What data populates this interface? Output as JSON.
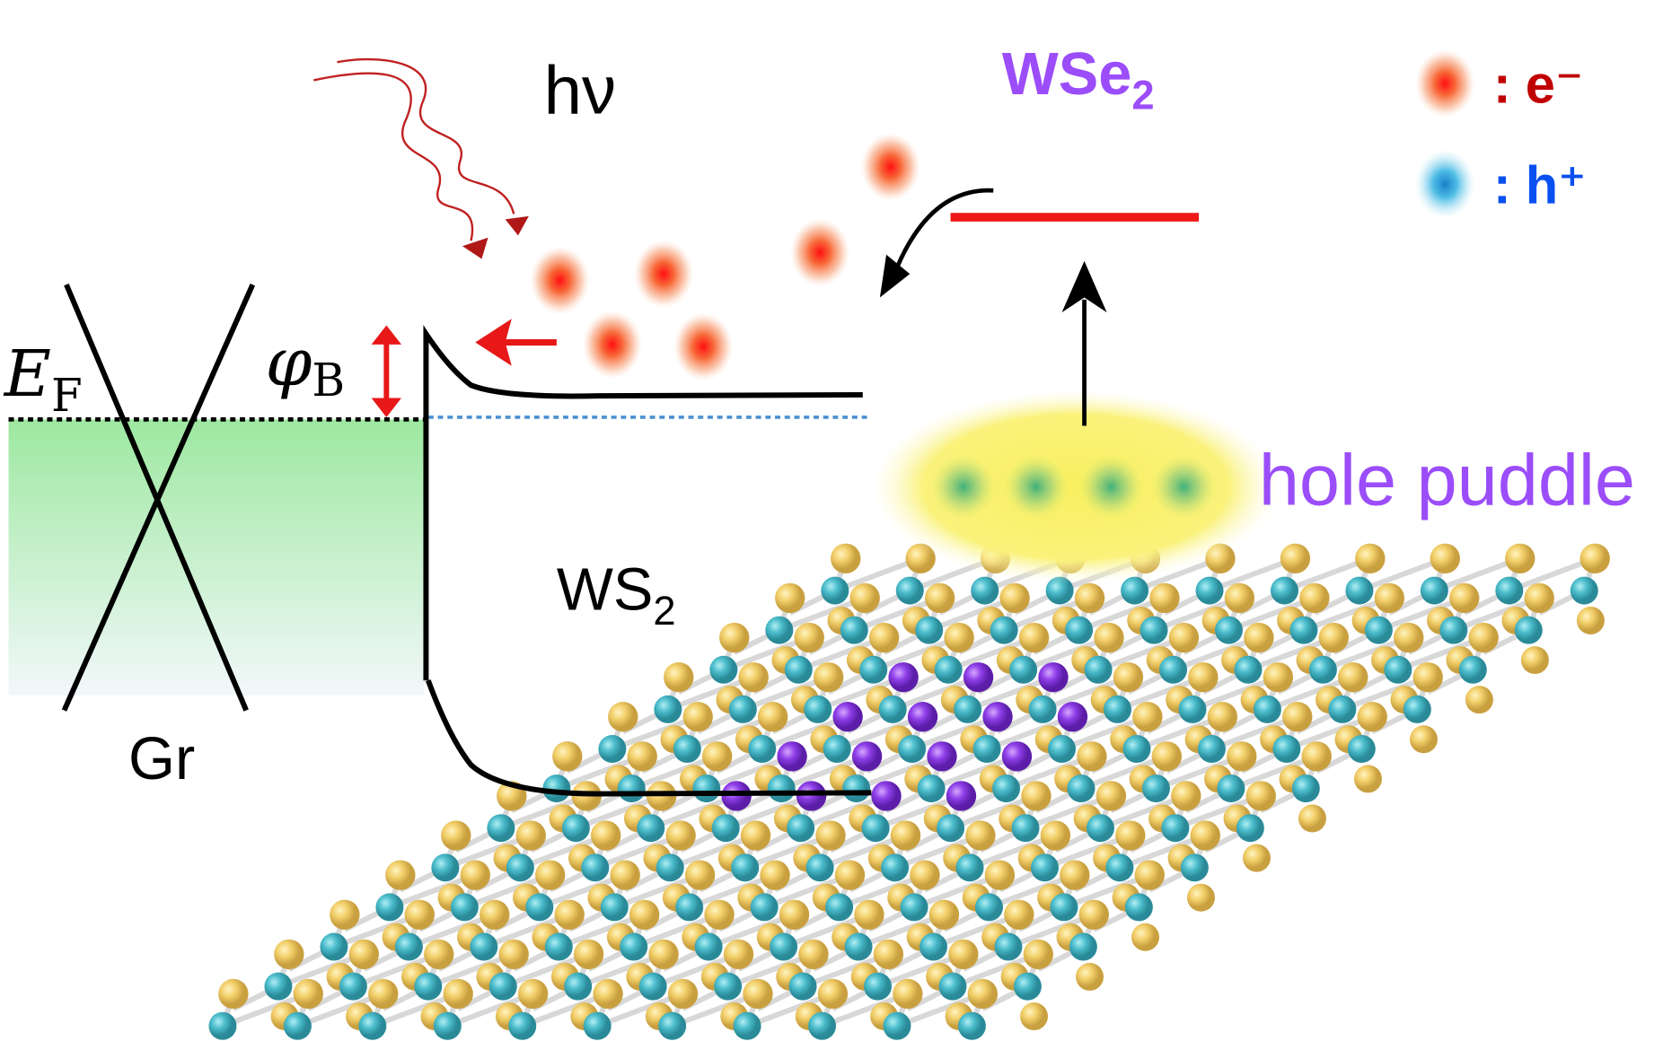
{
  "labels": {
    "photon": "hν",
    "wse2_main": "WSe",
    "wse2_sub": "2",
    "legend_electron_sep": ":",
    "legend_electron": "e⁻",
    "legend_hole_sep": ":",
    "legend_hole": "h⁺",
    "fermi_main": "E",
    "fermi_sub": "F",
    "barrier_main": "φ",
    "barrier_sub": "B",
    "hole_puddle": "hole puddle",
    "ws2_main": "WS",
    "ws2_sub": "2",
    "graphene": "Gr"
  },
  "colors": {
    "electron": "#e8201a",
    "hole": "#2aa6d8",
    "wse2_text": "#9b4dfa",
    "electron_text": "#c00000",
    "hole_text": "#0a50f0",
    "sulfur": "#f2cf6a",
    "tungsten": "#4bbccb",
    "selenium": "#8e3ee8",
    "fermi_fill": "#9de8a0",
    "puddle": "#f8f060"
  }
}
